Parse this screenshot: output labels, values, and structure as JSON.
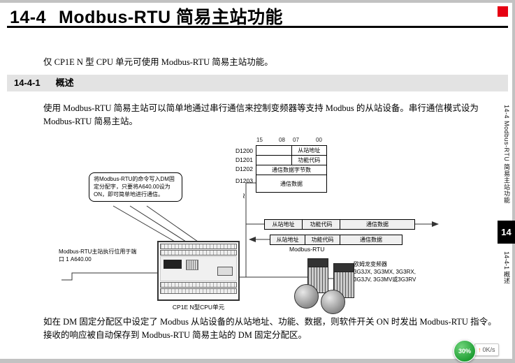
{
  "colors": {
    "accent_red": "#e60012",
    "section_bar_bg": "#e3e3e3",
    "chapter_tab_bg": "#000000",
    "overlay_green": "#1f9e33"
  },
  "header": {
    "num": "14-4",
    "title": "Modbus-RTU 简易主站功能"
  },
  "intro": "仅 CP1E N 型 CPU 单元可使用 Modbus-RTU 简易主站功能。",
  "section": {
    "num": "14-4-1",
    "title": "概述",
    "body": "使用 Modbus-RTU 简易主站可以简单地通过串行通信来控制变频器等支持 Modbus 的从站设备。串行通信模式设为 Modbus-RTU 简易主站。",
    "footer": "如在 DM 固定分配区中设定了 Modbus 从站设备的从站地址、功能、数据，则软件开关 ON 时发出 Modbus-RTU 指令。接收的响应被自动保存到 Modbus-RTU 简易主站的 DM 固定分配区。"
  },
  "diagram": {
    "callout": "将Modbus-RTU的命令写入DM固定分配字，只要将A640.00设为ON，即可简单地进行通信。",
    "exec_bit": "Modbus-RTU主站执行位用于端\n口 1 A640.00",
    "memory_map": {
      "bit_labels": [
        "15",
        "08",
        "07",
        "00"
      ],
      "rows": [
        {
          "addr": "D1200",
          "label": "从站地址"
        },
        {
          "addr": "D1201",
          "label": "功能代码"
        },
        {
          "addr": "D1202",
          "label": "通信数据字节数"
        },
        {
          "addr": "D1203",
          "label": "通信数据"
        }
      ],
      "continuation": "≀"
    },
    "command_frame": [
      "从站地址",
      "功能代码",
      "通信数据"
    ],
    "response_frame": [
      "从站地址",
      "功能代码",
      "通信数据"
    ],
    "bus_label": "Modbus-RTU",
    "plc_label": "CP1E N型CPU单元",
    "inverter_label": "欧姆龙变频器\n3G3JX, 3G3MX, 3G3RX,\n3G3JV, 3G3MV或3G3RV"
  },
  "sidebar": {
    "chapter": "14-4 Modbus-RTU 简易主站功能",
    "tab": "14",
    "section": "14-4-1 概述"
  },
  "overlay": {
    "percent": "30%",
    "arrow": "↑",
    "speed": "0K/s"
  }
}
